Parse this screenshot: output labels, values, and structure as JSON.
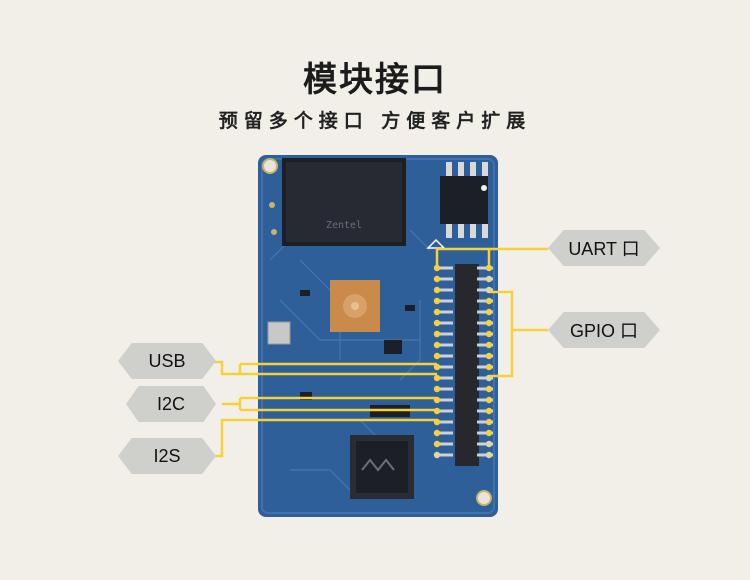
{
  "header": {
    "title": "模块接口",
    "subtitle": "预留多个接口 方便客户扩展"
  },
  "labels": {
    "uart": "UART 口",
    "gpio": "GPIO 口",
    "usb": "USB",
    "i2c": "I2C",
    "i2s": "I2S"
  },
  "colors": {
    "background": "#f2efe8",
    "pcb": "#2f5f98",
    "pin_highlight": "#f5d23a",
    "callout_tag": "#cfcfcc"
  }
}
